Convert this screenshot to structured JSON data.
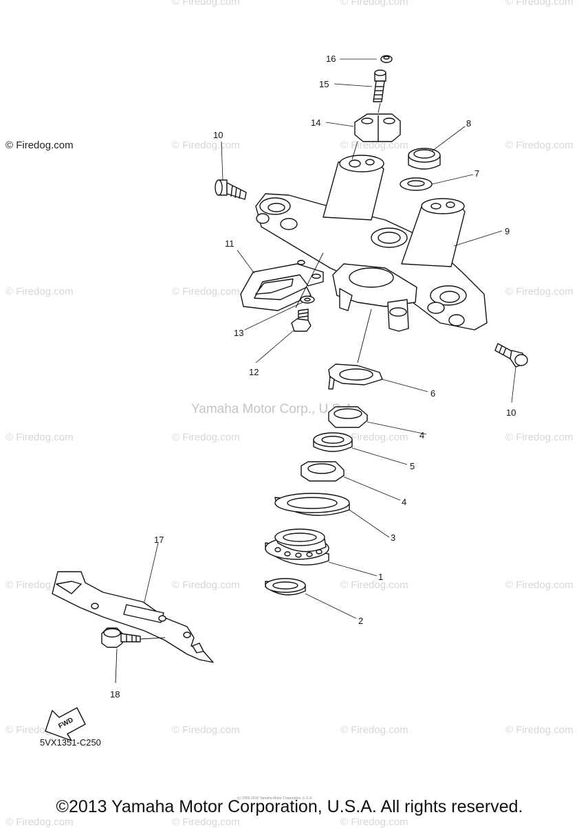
{
  "watermark_main": "© Firedog.com",
  "watermark_faint": "© Firedog.com",
  "center_watermark": "Yamaha Motor Corp., U.S.A.",
  "diagram_code": "5VX1351-C250",
  "fwd_label": "FWD",
  "copyright": "©2013 Yamaha Motor Corporation, U.S.A. All rights reserved.",
  "tiny_line": "(c) 2000-2016 Yamaha Motor Corporation, U.S.A.",
  "parts": {
    "p1": "1",
    "p2": "2",
    "p3": "3",
    "p4a": "4",
    "p4b": "4",
    "p5": "5",
    "p6": "6",
    "p7": "7",
    "p8": "8",
    "p9": "9",
    "p10a": "10",
    "p10b": "10",
    "p11": "11",
    "p12": "12",
    "p13": "13",
    "p14": "14",
    "p15": "15",
    "p16": "16",
    "p17": "17",
    "p18": "18"
  }
}
